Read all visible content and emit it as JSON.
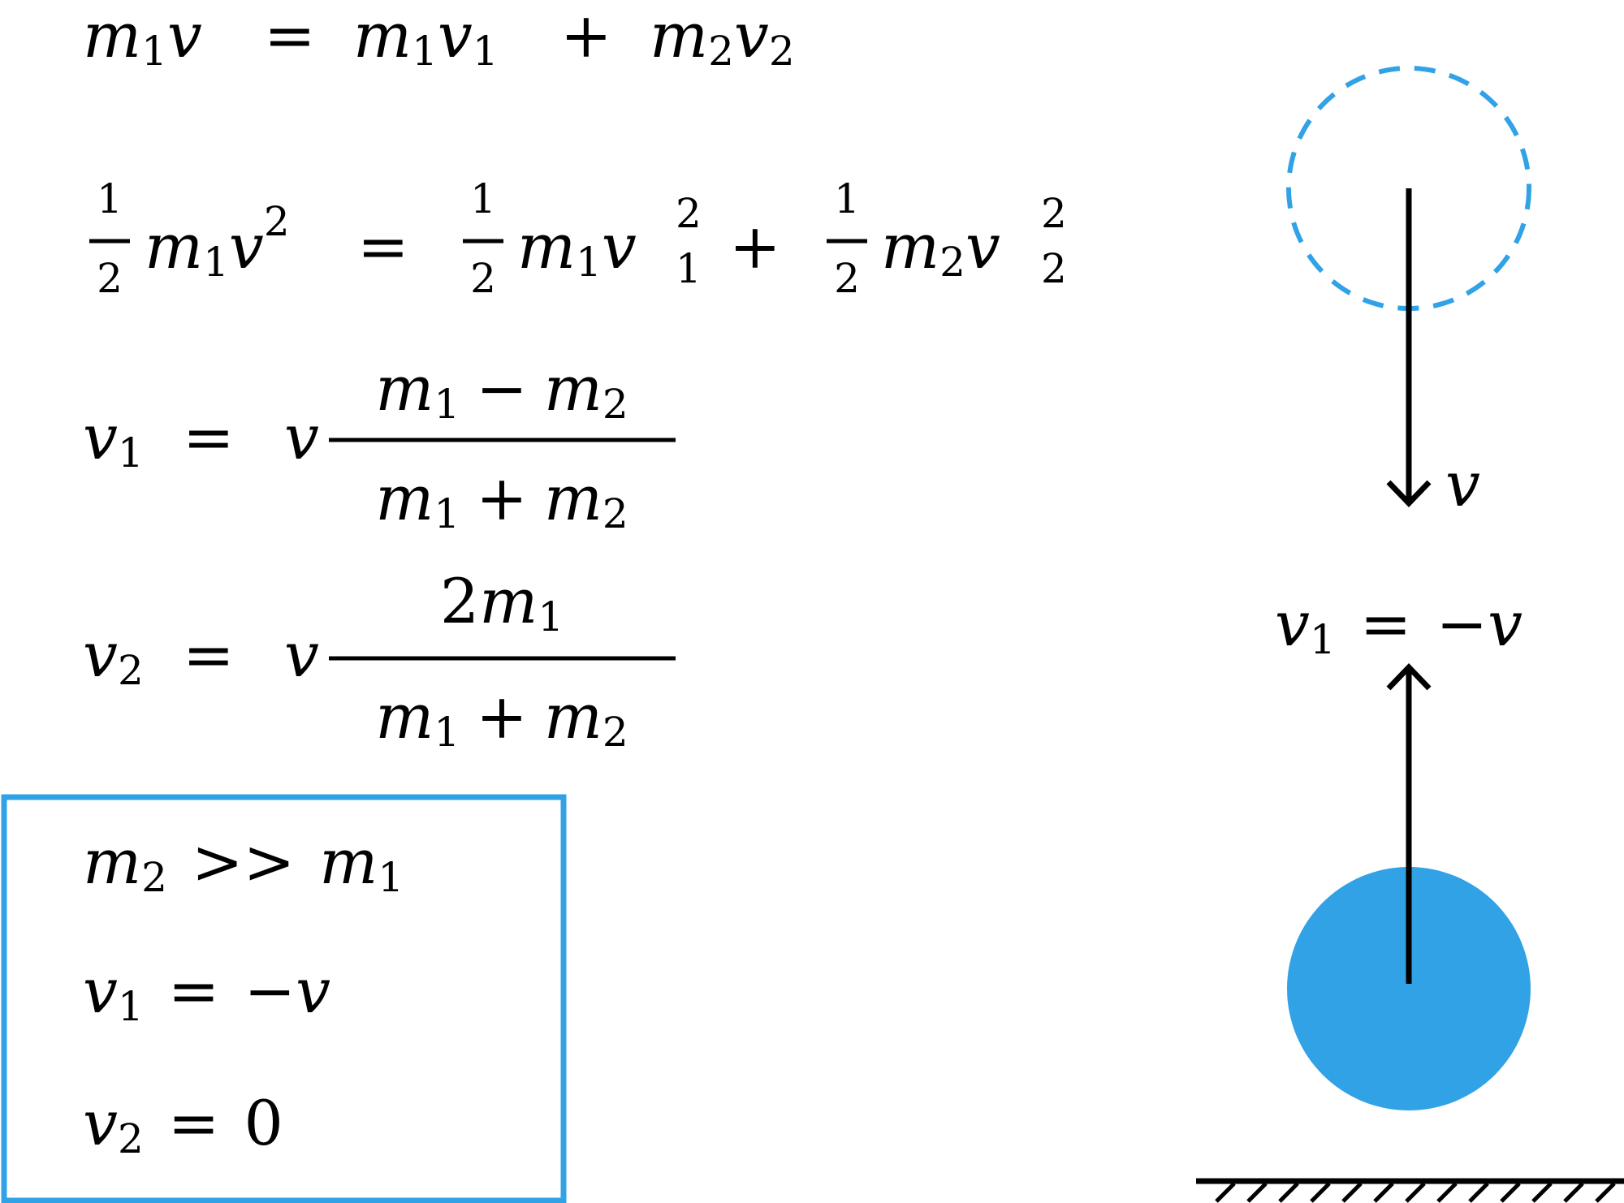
{
  "equations": {
    "momentum": {
      "lhs_m": "m",
      "lhs_m_sub": "1",
      "lhs_v": "v",
      "eq": "=",
      "t1_m": "m",
      "t1_m_sub": "1",
      "t1_v": "v",
      "t1_v_sub": "1",
      "plus": "+",
      "t2_m": "m",
      "t2_m_sub": "2",
      "t2_v": "v",
      "t2_v_sub": "2"
    },
    "energy": {
      "half_num": "1",
      "half_den": "2",
      "lhs_m": "m",
      "lhs_m_sub": "1",
      "lhs_v": "v",
      "lhs_v_sup": "2",
      "eq": "=",
      "t1_m": "m",
      "t1_m_sub": "1",
      "t1_v": "v",
      "t1_v_sup": "2",
      "t1_v_sub": "1",
      "plus": "+",
      "t2_m": "m",
      "t2_m_sub": "2",
      "t2_v": "v",
      "t2_v_sup": "2",
      "t2_v_sub": "2"
    },
    "v1_formula": {
      "lhs": "v",
      "lhs_sub": "1",
      "eq": "=",
      "factor": "v",
      "num_m1": "m",
      "num_m1_sub": "1",
      "num_op": "−",
      "num_m2": "m",
      "num_m2_sub": "2",
      "den_m1": "m",
      "den_m1_sub": "1",
      "den_op": "+",
      "den_m2": "m",
      "den_m2_sub": "2"
    },
    "v2_formula": {
      "lhs": "v",
      "lhs_sub": "2",
      "eq": "=",
      "factor": "v",
      "num_coef": "2",
      "num_m": "m",
      "num_m_sub": "1",
      "den_m1": "m",
      "den_m1_sub": "1",
      "den_op": "+",
      "den_m2": "m",
      "den_m2_sub": "2"
    }
  },
  "result_box": {
    "line1": {
      "m2": "m",
      "m2_sub": "2",
      "rel": ">>",
      "m1": "m",
      "m1_sub": "1"
    },
    "line2": {
      "v": "v",
      "v_sub": "1",
      "eq": "=",
      "minus": "−",
      "rhs": "v"
    },
    "line3": {
      "v": "v",
      "v_sub": "2",
      "eq": "=",
      "rhs": "0"
    }
  },
  "diagram": {
    "incoming_velocity_label": "v",
    "rebound_label": {
      "v": "v",
      "v_sub": "1",
      "eq": "=",
      "minus": "−",
      "rhs": "v"
    }
  },
  "colors": {
    "accent": "#31a2e6",
    "ink": "#000000"
  }
}
